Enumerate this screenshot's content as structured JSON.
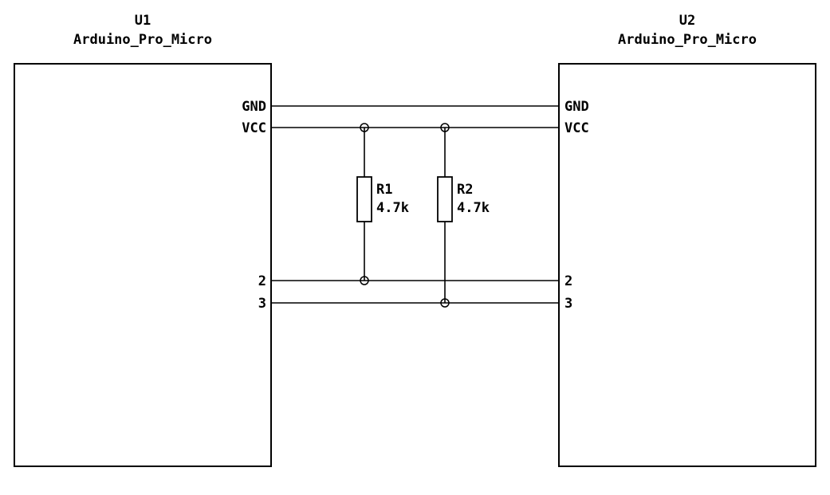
{
  "schematic": {
    "components": [
      {
        "ref": "U1",
        "value": "Arduino_Pro_Micro",
        "pins": [
          {
            "name": "GND"
          },
          {
            "name": "VCC"
          },
          {
            "name": "2"
          },
          {
            "name": "3"
          }
        ]
      },
      {
        "ref": "U2",
        "value": "Arduino_Pro_Micro",
        "pins": [
          {
            "name": "GND"
          },
          {
            "name": "VCC"
          },
          {
            "name": "2"
          },
          {
            "name": "3"
          }
        ]
      }
    ],
    "resistors": [
      {
        "ref": "R1",
        "value": "4.7k"
      },
      {
        "ref": "R2",
        "value": "4.7k"
      }
    ],
    "colors": {
      "wire": "#000000",
      "background": "#ffffff"
    }
  }
}
